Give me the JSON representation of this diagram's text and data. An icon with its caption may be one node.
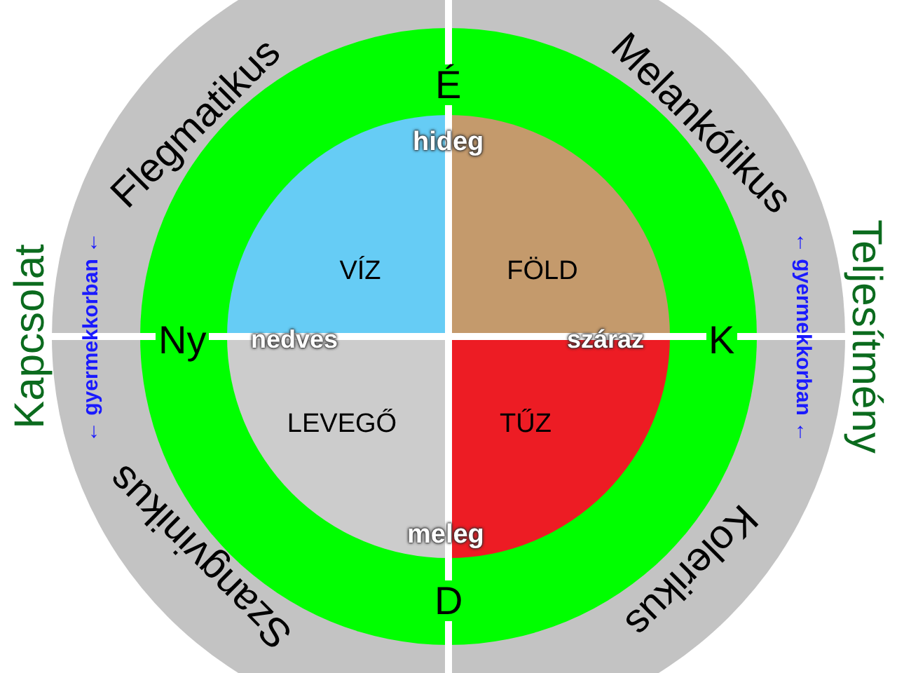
{
  "diagram": {
    "nodes": [
      {
        "text": [
          "VÍZ"
        ]
      },
      {
        "text": [
          "FÖLD"
        ]
      },
      {
        "text": [
          "LEVEGŐ"
        ]
      },
      {
        "text": [
          "TŰZ"
        ]
      }
    ],
    "labels": [
      "É",
      "Flegmatikus",
      "Melankólikus",
      "hideg",
      "Kapcsolat",
      "← gyermekkorban ←",
      "Ny",
      "nedves",
      "száraz",
      "K",
      "← gyermekkorban ←",
      "Teljesítmény",
      "Szangvinikus",
      "Kolerikus",
      "meleg",
      "D"
    ]
  }
}
